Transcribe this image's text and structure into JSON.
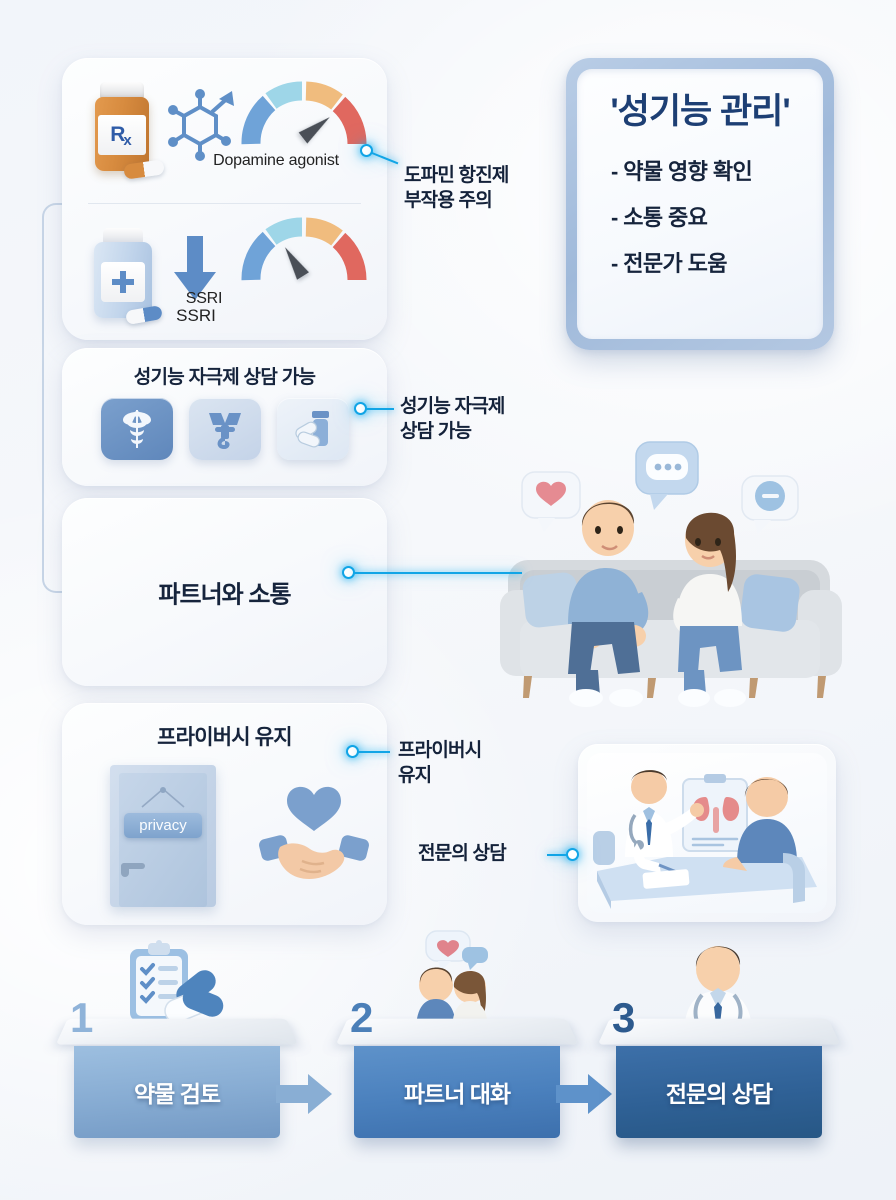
{
  "background_color": "#f2f5fa",
  "accent_color": "#12a5e6",
  "title_card": {
    "heading": "'성기능 관리'",
    "bullets": [
      "- 약물 영향 확인",
      "- 소통 중요",
      "- 전문가 도움"
    ],
    "border_color": "#a8bfe0",
    "heading_color": "#1d3f74"
  },
  "meds_card": {
    "gauge_top_label": "Dopamine agonist",
    "gauge_bottom_label": "SSRI",
    "arrow_label": "SSRI",
    "bottle_label": "Rx",
    "gauge_colors": [
      "#6fa3d8",
      "#9ed6e8",
      "#f0bc7e",
      "#e0685f"
    ]
  },
  "stimulant_card": {
    "title": "성기능 자극제 상담 가능",
    "tiles": [
      {
        "icon": "caduceus-icon"
      },
      {
        "icon": "medical-device-icon"
      },
      {
        "icon": "pill-bottle-icon"
      }
    ]
  },
  "partner_card": {
    "title": "파트너와 소통"
  },
  "privacy_card": {
    "title": "프라이버시 유지",
    "door_sign": "privacy",
    "handshake_icon": "handshake-heart-icon"
  },
  "doctor_card": {
    "illustration": "doctor-consultation-illustration"
  },
  "couple_scene": {
    "illustration": "couple-on-sofa-illustration",
    "bubbles": [
      "heart-bubble",
      "chat-dots-bubble",
      "minus-bubble"
    ]
  },
  "callouts": [
    {
      "id": "callout-dopamine",
      "line1": "도파민 항진제",
      "line2": "부작용 주의"
    },
    {
      "id": "callout-stimulant",
      "line1": "성기능 자극제",
      "line2": "상담 가능"
    },
    {
      "id": "callout-privacy",
      "line1": "프라이버시",
      "line2": "유지"
    },
    {
      "id": "callout-doctor",
      "line1": "전문의 상담",
      "line2": ""
    }
  ],
  "steps": [
    {
      "number": "1",
      "label": "약물 검토",
      "color": "#8fb5d9",
      "num_color": "#8fb3d9",
      "icon": "clipboard-pills-icon"
    },
    {
      "number": "2",
      "label": "파트너 대화",
      "color": "#4b83c2",
      "num_color": "#4b7fb8",
      "icon": "couple-chat-icon"
    },
    {
      "number": "3",
      "label": "전문의 상담",
      "color": "#2f6196",
      "num_color": "#2d5a8e",
      "icon": "doctor-icon"
    }
  ]
}
